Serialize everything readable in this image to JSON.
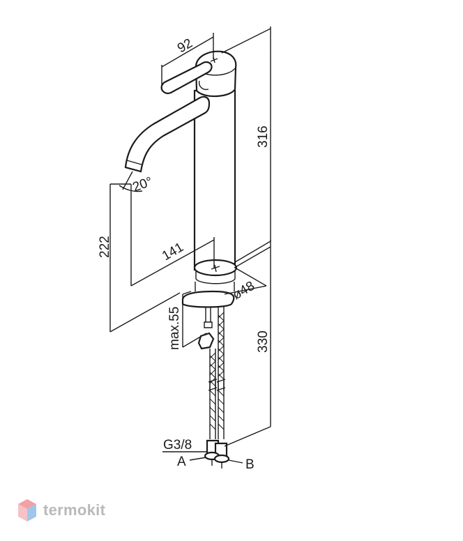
{
  "dimensions": {
    "handle_width": "92",
    "total_height": "316",
    "spout_height": "222",
    "spout_reach": "141",
    "spout_angle": "20°",
    "base_diameter": "ø48",
    "deck_thickness": "max.55",
    "hose_length": "330"
  },
  "connections": {
    "thread": "G3/8",
    "label_a": "A",
    "label_b": "B"
  },
  "brand": {
    "name": "termokit",
    "color_top": "#f3a0a6",
    "color_side": "#9fc7ea"
  }
}
